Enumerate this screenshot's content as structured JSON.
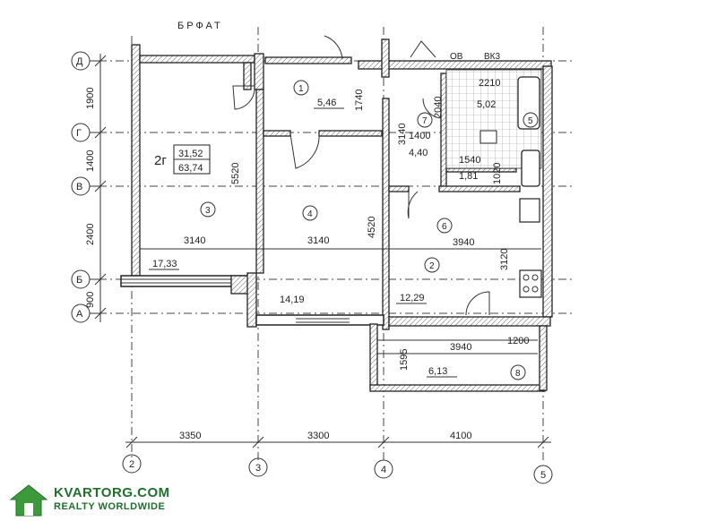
{
  "header": {
    "title_fragment": "БРФАТ"
  },
  "axes_rows": [
    {
      "id": "row-d",
      "label": "Д"
    },
    {
      "id": "row-g",
      "label": "Г"
    },
    {
      "id": "row-v",
      "label": "В"
    },
    {
      "id": "row-b",
      "label": "Б"
    },
    {
      "id": "row-a",
      "label": "А"
    }
  ],
  "axes_cols": [
    {
      "id": "col-2",
      "label": "2"
    },
    {
      "id": "col-3",
      "label": "3"
    },
    {
      "id": "col-4",
      "label": "4"
    },
    {
      "id": "col-5",
      "label": "5"
    }
  ],
  "left_dims": [
    "1900",
    "1400",
    "2400",
    "900"
  ],
  "bottom_dims": [
    "3350",
    "3300",
    "4100"
  ],
  "inner_dims": {
    "d5520": "5520",
    "d4520": "4520",
    "d1740": "1740",
    "d3140a": "3140",
    "d3140b": "3140",
    "d3140c": "3140",
    "d3940a": "3940",
    "d3940b": "3940",
    "d3120": "3120",
    "d1400": "1400",
    "d1200": "1200",
    "d1595": "1595",
    "d2040": "2040",
    "d2210": "2210",
    "d1540": "1540",
    "d1020": "1020"
  },
  "apartment": {
    "type": "2г",
    "living_area": "31,52",
    "total_area": "63,74"
  },
  "rooms": [
    {
      "num": "1",
      "area": "5,46"
    },
    {
      "num": "2",
      "area": "12,29"
    },
    {
      "num": "3",
      "area": "17,33"
    },
    {
      "num": "4",
      "area": "14,19"
    },
    {
      "num": "5",
      "area": "5,02"
    },
    {
      "num": "6",
      "area": "1,81"
    },
    {
      "num": "7",
      "area": "4,40"
    },
    {
      "num": "8",
      "area": "6,13"
    }
  ],
  "top_marks": {
    "ov": "ОВ",
    "vk": "ВК3"
  },
  "logo": {
    "line1": "KVARTORG.COM",
    "line2": "REALTY WORLDWIDE"
  }
}
